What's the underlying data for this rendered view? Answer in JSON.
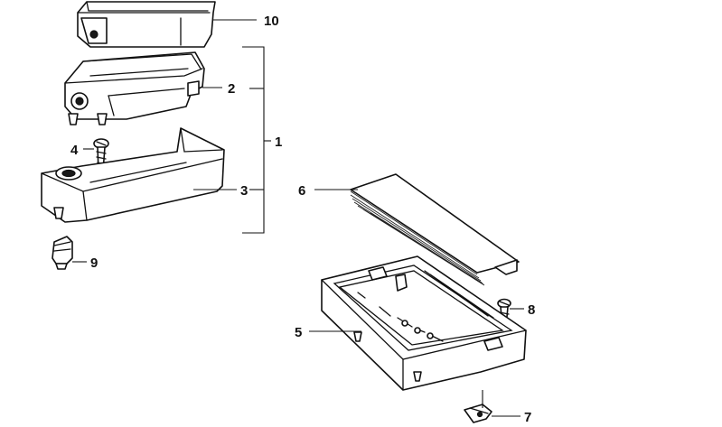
{
  "diagram": {
    "callouts": [
      {
        "id": "c10",
        "label": "10"
      },
      {
        "id": "c2",
        "label": "2"
      },
      {
        "id": "c1",
        "label": "1"
      },
      {
        "id": "c4",
        "label": "4"
      },
      {
        "id": "c3",
        "label": "3"
      },
      {
        "id": "c9",
        "label": "9"
      },
      {
        "id": "c6",
        "label": "6"
      },
      {
        "id": "c8",
        "label": "8"
      },
      {
        "id": "c5",
        "label": "5"
      },
      {
        "id": "c7",
        "label": "7"
      }
    ]
  }
}
